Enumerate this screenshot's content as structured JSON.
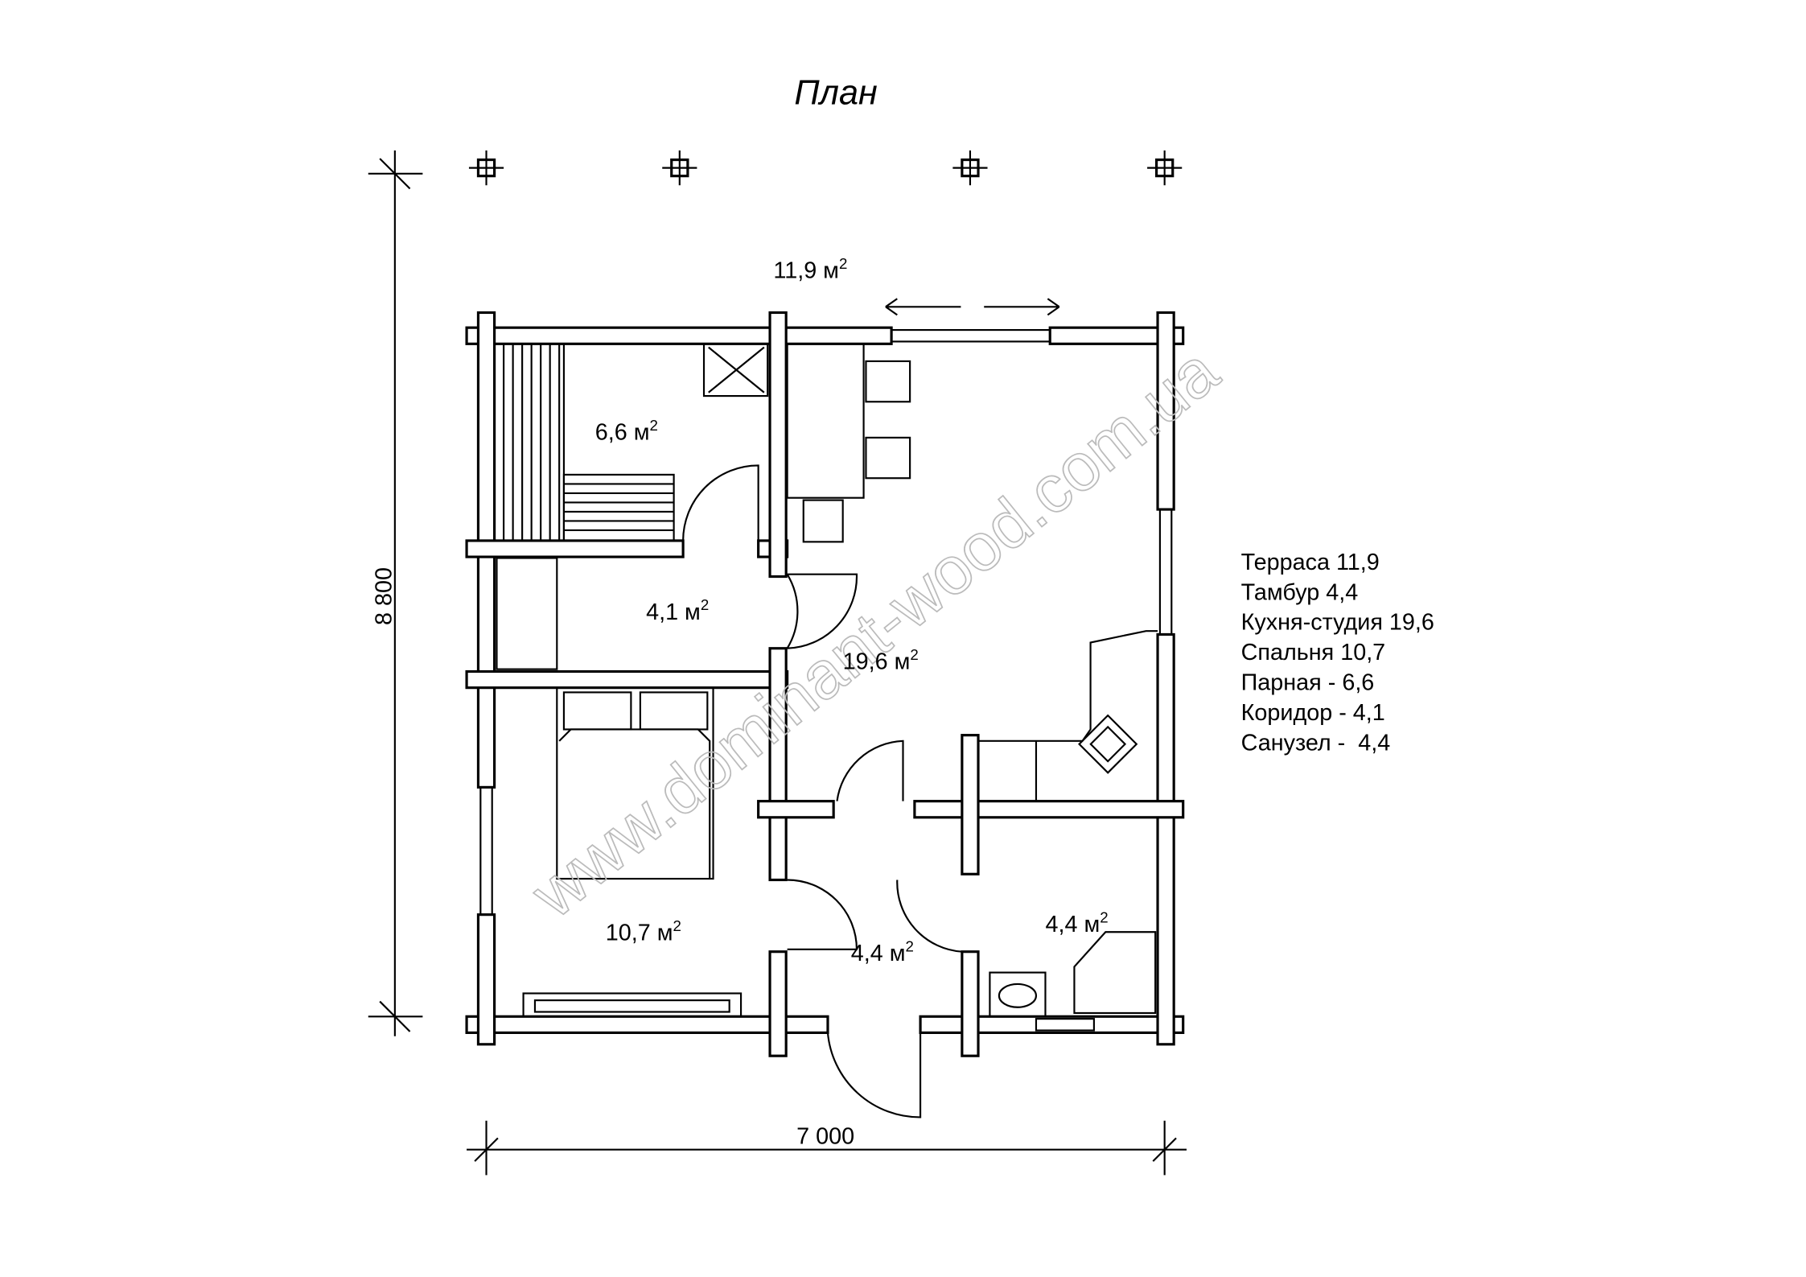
{
  "title": "План",
  "dimensions": {
    "width": "7 000",
    "height": "8 800"
  },
  "rooms": [
    {
      "id": "terrace",
      "label": "11,9 м",
      "sup": "2"
    },
    {
      "id": "sauna",
      "label": "6,6 м",
      "sup": "2"
    },
    {
      "id": "corridor",
      "label": "4,1 м",
      "sup": "2"
    },
    {
      "id": "kitchen",
      "label": "19,6 м",
      "sup": "2"
    },
    {
      "id": "bedroom",
      "label": "10,7 м",
      "sup": "2"
    },
    {
      "id": "vestibule",
      "label": "4,4 м",
      "sup": "2"
    },
    {
      "id": "bathroom",
      "label": "4,4 м",
      "sup": "2"
    }
  ],
  "legend": [
    "Терраса 11,9",
    "Тамбур 4,4",
    "Кухня-студия 19,6",
    "Спальня 10,7",
    "Парная - 6,6",
    "Коридор - 4,1",
    "Санузел -  4,4"
  ],
  "watermark": "www.dominant-wood.com.ua"
}
